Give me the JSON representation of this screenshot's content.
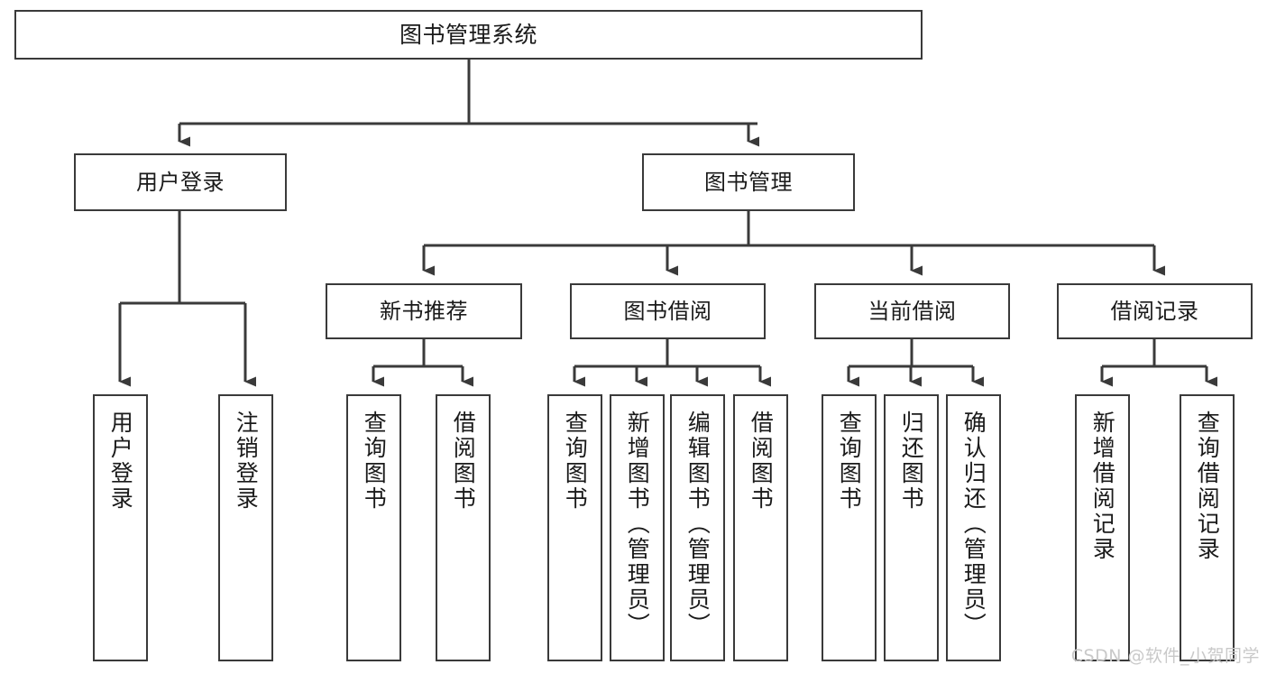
{
  "diagram": {
    "title": "图书管理系统",
    "watermark": "CSDN @软件_小贺同学",
    "line_color": "#3a3a3a",
    "box_border_color": "#3a3a3a",
    "background_color": "#ffffff",
    "text_color": "#1a1a1a",
    "watermark_color": "#c9c9c9"
  },
  "nodes": {
    "root": {
      "label": "图书管理系统"
    },
    "level2": [
      {
        "label": "用户登录"
      },
      {
        "label": "图书管理"
      }
    ],
    "level3": [
      {
        "label": "新书推荐"
      },
      {
        "label": "图书借阅"
      },
      {
        "label": "当前借阅"
      },
      {
        "label": "借阅记录"
      }
    ],
    "leaves": [
      {
        "label": "用户登录"
      },
      {
        "label": "注销登录"
      },
      {
        "label": "查询图书"
      },
      {
        "label": "借阅图书"
      },
      {
        "label": "查询图书"
      },
      {
        "label": "新增图书（管理员）"
      },
      {
        "label": "编辑图书（管理员）"
      },
      {
        "label": "借阅图书"
      },
      {
        "label": "查询图书"
      },
      {
        "label": "归还图书"
      },
      {
        "label": "确认归还（管理员）"
      },
      {
        "label": "新增借阅记录"
      },
      {
        "label": "查询借阅记录"
      }
    ]
  },
  "chart_data": {
    "type": "diagram",
    "subtype": "tree-hierarchy",
    "title": "图书管理系统",
    "tree": {
      "name": "图书管理系统",
      "children": [
        {
          "name": "用户登录",
          "children": [
            {
              "name": "用户登录"
            },
            {
              "name": "注销登录"
            }
          ]
        },
        {
          "name": "图书管理",
          "children": [
            {
              "name": "新书推荐",
              "children": [
                {
                  "name": "查询图书"
                },
                {
                  "name": "借阅图书"
                }
              ]
            },
            {
              "name": "图书借阅",
              "children": [
                {
                  "name": "查询图书"
                },
                {
                  "name": "新增图书（管理员）"
                },
                {
                  "name": "编辑图书（管理员）"
                },
                {
                  "name": "借阅图书"
                }
              ]
            },
            {
              "name": "当前借阅",
              "children": [
                {
                  "name": "查询图书"
                },
                {
                  "name": "归还图书"
                },
                {
                  "name": "确认归还（管理员）"
                }
              ]
            },
            {
              "name": "借阅记录",
              "children": [
                {
                  "name": "新增借阅记录"
                },
                {
                  "name": "查询借阅记录"
                }
              ]
            }
          ]
        }
      ]
    },
    "edge_style": "orthogonal-with-arrowheads",
    "orientation": "top-down"
  }
}
